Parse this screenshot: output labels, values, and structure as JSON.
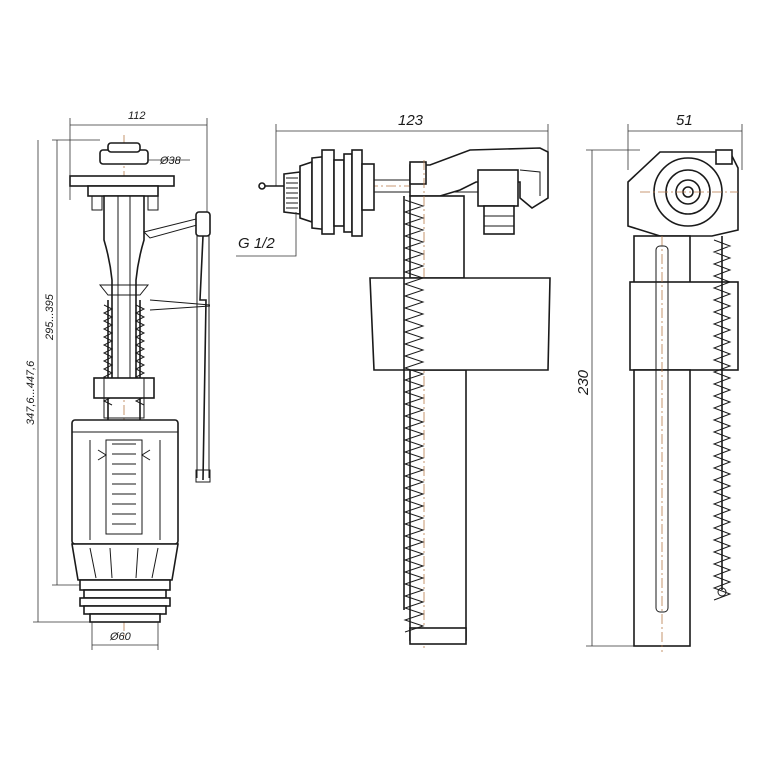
{
  "drain_valve": {
    "width_label": "112",
    "cap_diameter_label": "Ø38",
    "height_range_label": "295...395",
    "total_height_label": "347,6...447,6",
    "base_diameter_label": "Ø60"
  },
  "fill_valve_side": {
    "width_label": "123",
    "thread_label": "G 1/2"
  },
  "fill_valve_front": {
    "width_label": "51",
    "height_label": "230"
  },
  "colors": {
    "line": "#1a1a1a",
    "axis": "#b87a4a"
  }
}
